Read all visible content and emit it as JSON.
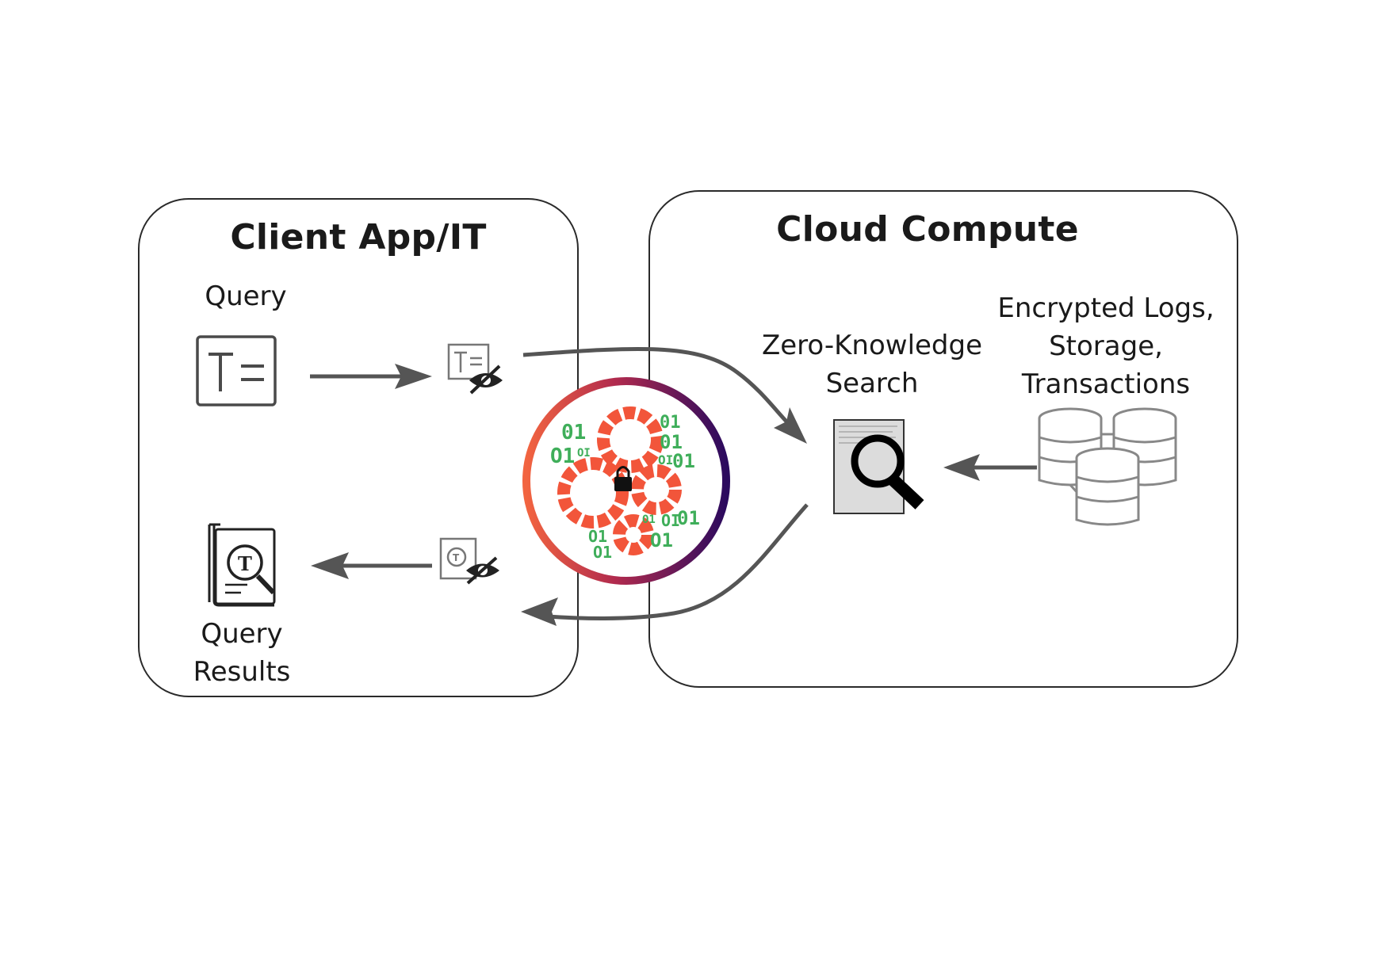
{
  "client_panel": {
    "title": "Client App/IT"
  },
  "cloud_panel": {
    "title": "Cloud Compute"
  },
  "labels": {
    "query": "Query",
    "query_results_line1": "Query",
    "query_results_line2": "Results",
    "zk_line1": "Zero-Knowledge",
    "zk_line2": "Search",
    "storage_line1": "Encrypted Logs,",
    "storage_line2": "Storage,",
    "storage_line3": "Transactions"
  },
  "colors": {
    "border": "#2a2a2a",
    "arrow": "#555555",
    "ring_start": "#f05a3c",
    "ring_end": "#2b0a5e",
    "gear": "#f2553a",
    "binary": "#3fae5a",
    "icon": "#4a4a4a"
  },
  "icons": [
    "text-document-icon",
    "hidden-text-document-icon",
    "gear-encryption-icon",
    "lock-icon",
    "search-document-icon",
    "database-icon",
    "results-document-icon",
    "hidden-results-document-icon"
  ]
}
